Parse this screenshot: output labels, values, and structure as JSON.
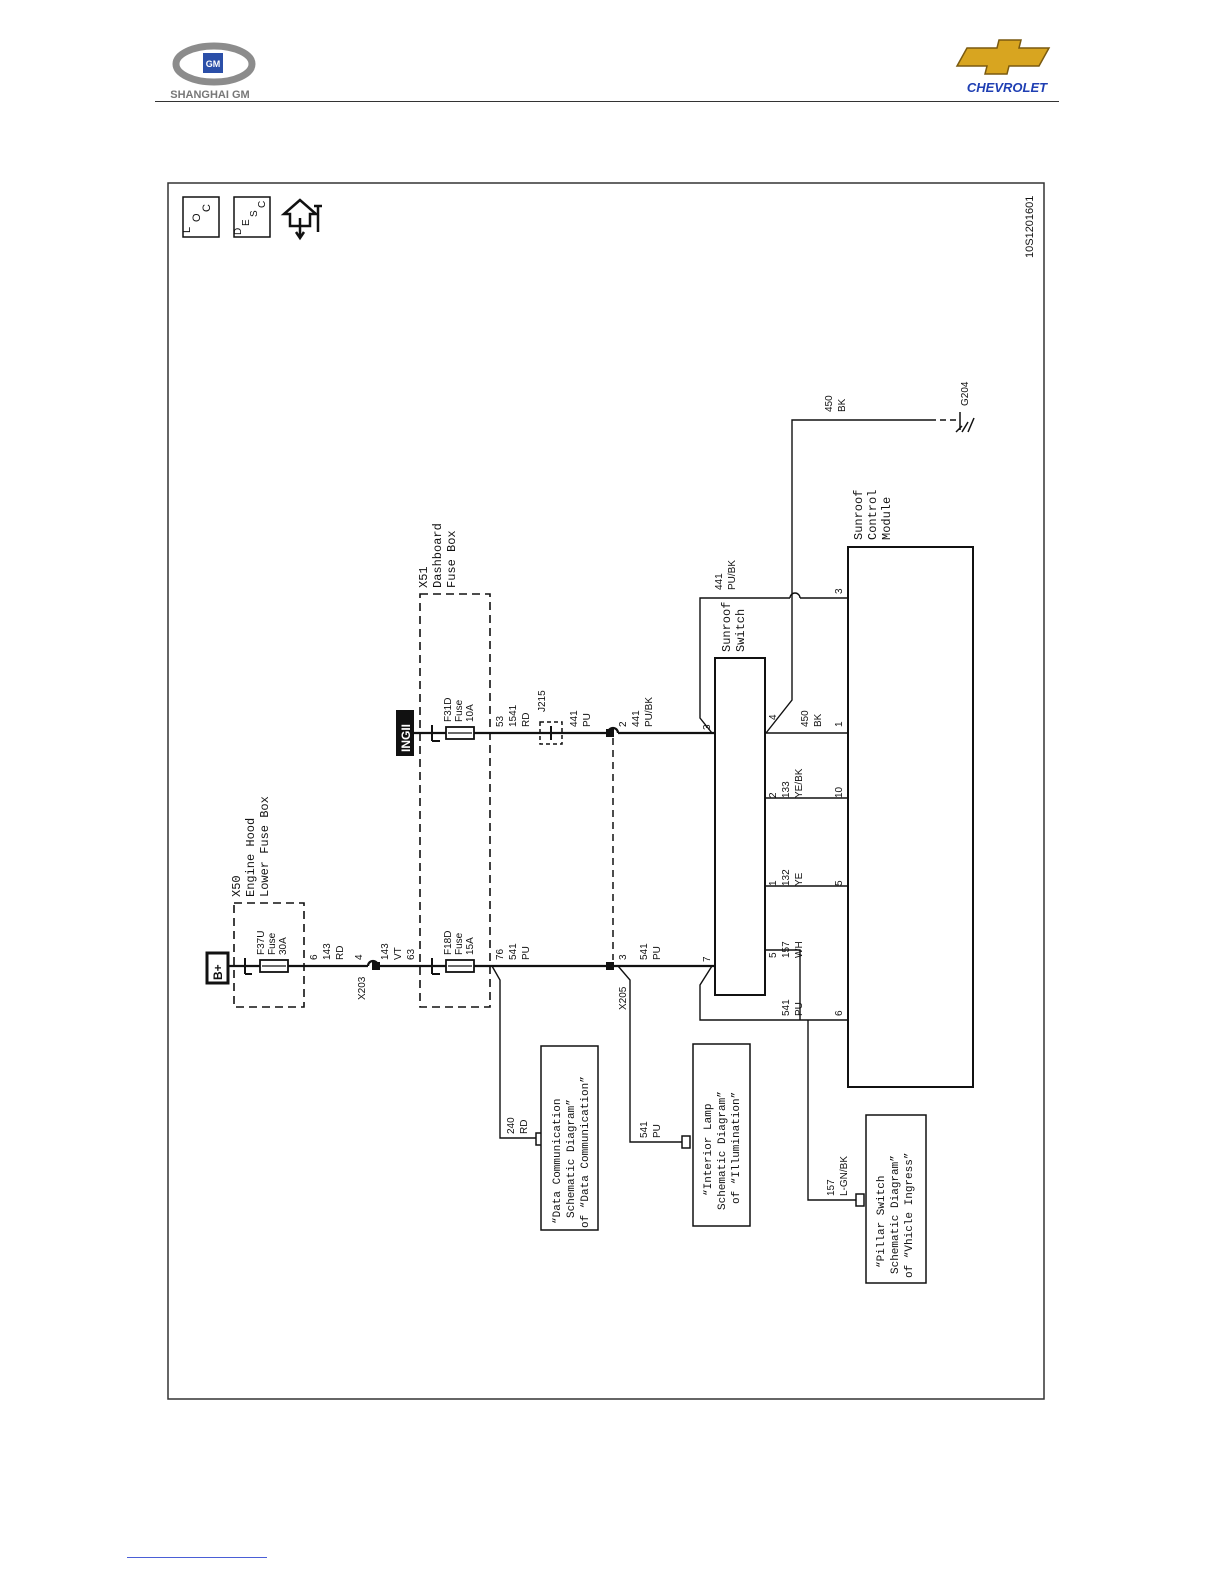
{
  "header": {
    "left_logo_text": "SHANGHAI GM",
    "left_logo_badge": "GM",
    "right_logo_text": "CHEVROLET"
  },
  "icons": {
    "loc": [
      "L",
      "O",
      "C"
    ],
    "desc": [
      "D",
      "E",
      "S",
      "C"
    ]
  },
  "diagram_id": "10S1201601",
  "power": {
    "bplus": "B+",
    "ign": "INGII"
  },
  "fuse_boxes": {
    "x50": [
      "X50",
      "Engine Hood",
      "Lower Fuse Box"
    ],
    "x51": [
      "X51",
      "Dashboard",
      "Fuse Box"
    ]
  },
  "fuses": {
    "f37u": [
      "F37U",
      "Fuse",
      "30A"
    ],
    "f18d": [
      "F18D",
      "Fuse",
      "15A"
    ],
    "f31d": [
      "F31D",
      "Fuse",
      "10A"
    ]
  },
  "connectors": {
    "x203": "X203",
    "x205": "X205",
    "j215": "J215",
    "g204": "G204"
  },
  "wires": {
    "w6": [
      "6",
      "143",
      "RD"
    ],
    "w4": [
      "4",
      "143",
      "VT"
    ],
    "w63": "63",
    "w76": [
      "76",
      "541",
      "PU"
    ],
    "w53": [
      "53",
      "1541",
      "RD"
    ],
    "w441pu": [
      "441",
      "PU"
    ],
    "w2": [
      "2",
      "441",
      "PU/BK"
    ],
    "w3": [
      "3",
      "541",
      "PU"
    ],
    "w441top": [
      "441",
      "PU/BK"
    ],
    "w450top": [
      "450",
      "BK"
    ],
    "w450": [
      "450",
      "BK"
    ],
    "w133": [
      "2",
      "133",
      "YE/BK"
    ],
    "w132": [
      "1",
      "132",
      "YE"
    ],
    "w157": [
      "5",
      "157",
      "WH"
    ],
    "w541": [
      "541",
      "PU"
    ],
    "w240": [
      "240",
      "RD"
    ],
    "w541b": [
      "541",
      "PU"
    ],
    "w157b": [
      "157",
      "L-GN/BK"
    ]
  },
  "pins": {
    "sw3": "3",
    "sw4": "4",
    "sw7": "7",
    "m3": "3",
    "m1": "1",
    "m10": "10",
    "m5": "5",
    "m6": "6"
  },
  "components": {
    "switch": [
      "Sunroof",
      "Switch"
    ],
    "module": [
      "Sunroof",
      "Control",
      "Module"
    ]
  },
  "references": {
    "data_comm": [
      "“Data Communication",
      "Schematic Diagram”",
      "of “Data Communication”"
    ],
    "interior": [
      "“Interior Lamp",
      "Schematic Diagram”",
      "of “Illumination”"
    ],
    "pillar": [
      "“Pillar Switch",
      "Schematic Diagram”",
      "of “Vhicle Ingress”"
    ]
  }
}
